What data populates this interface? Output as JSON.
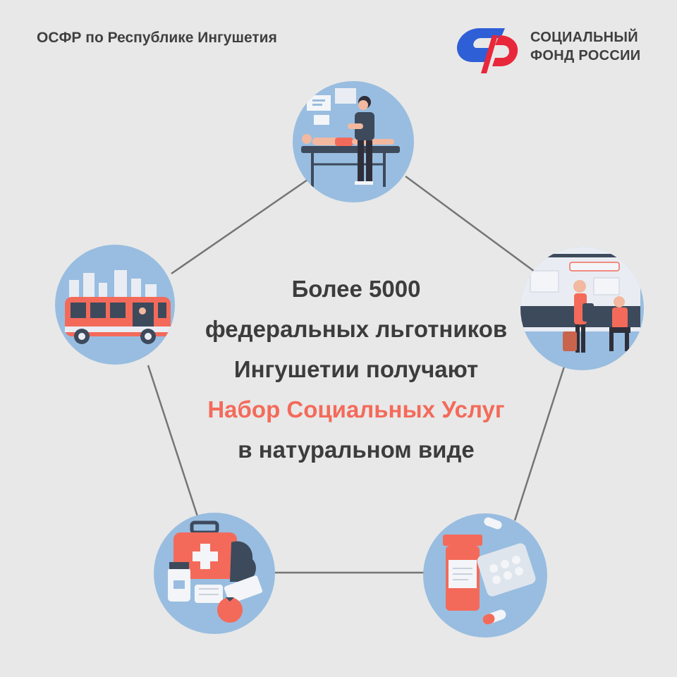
{
  "header": {
    "org": "ОСФР по Республике Ингушетия",
    "logo_line1": "СОЦИАЛЬНЫЙ",
    "logo_line2": "ФОНД РОССИИ"
  },
  "message": {
    "line1": "Более 5000",
    "line2": "федеральных льготников",
    "line3": "Ингушетии получают",
    "line4": "Набор Социальных Услуг",
    "line5": "в натуральном виде"
  },
  "colors": {
    "background": "#e8e8e8",
    "text": "#3c3c3c",
    "accent": "#f46a5a",
    "circle": "#98bde0",
    "logo_blue": "#2f5fd6",
    "logo_red": "#e8283a"
  },
  "icons": [
    "massage-therapy-icon",
    "bus-icon",
    "train-passengers-icon",
    "first-aid-kit-icon",
    "medicine-pills-icon"
  ]
}
